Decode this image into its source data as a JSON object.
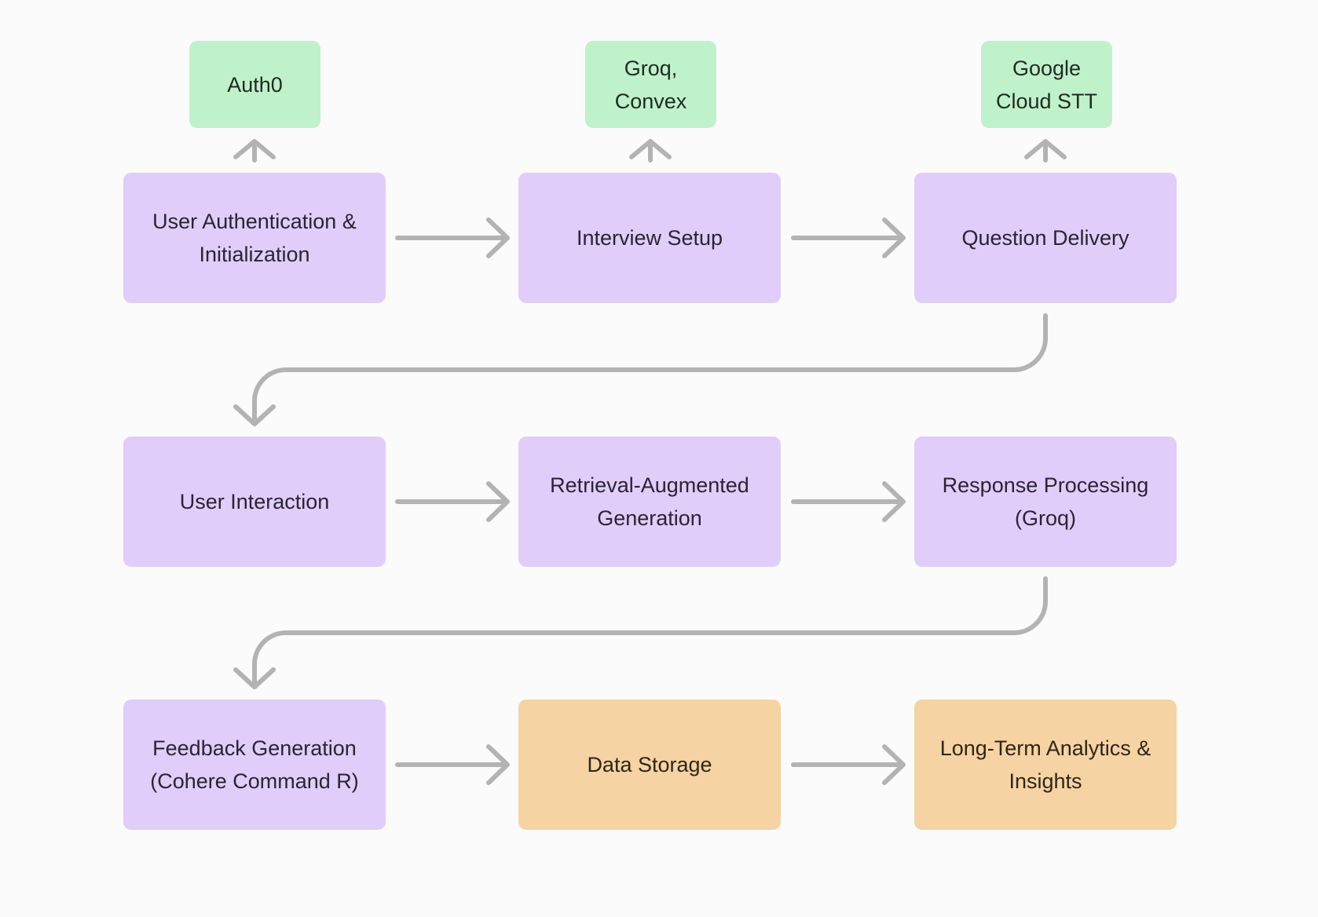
{
  "diagram": {
    "type": "flowchart",
    "colors": {
      "background": "#fbfbfb",
      "process": "#e0cdfa",
      "service": "#bff2ca",
      "storage": "#f6d3a3",
      "connector": "#b3b3b3"
    },
    "services": [
      {
        "id": "auth0",
        "label": "Auth0"
      },
      {
        "id": "groq-convex",
        "label": "Groq,\nConvex"
      },
      {
        "id": "google-stt",
        "label": "Google\nCloud STT"
      }
    ],
    "steps": [
      {
        "id": "auth",
        "label": "User Authentication &\nInitialization",
        "kind": "process"
      },
      {
        "id": "setup",
        "label": "Interview Setup",
        "kind": "process"
      },
      {
        "id": "question",
        "label": "Question Delivery",
        "kind": "process"
      },
      {
        "id": "interaction",
        "label": "User Interaction",
        "kind": "process"
      },
      {
        "id": "rag",
        "label": "Retrieval-Augmented\nGeneration",
        "kind": "process"
      },
      {
        "id": "response",
        "label": "Response Processing\n(Groq)",
        "kind": "process"
      },
      {
        "id": "feedback",
        "label": "Feedback Generation\n(Cohere Command R)",
        "kind": "process"
      },
      {
        "id": "storage",
        "label": "Data Storage",
        "kind": "storage"
      },
      {
        "id": "analytics",
        "label": "Long-Term Analytics &\nInsights",
        "kind": "storage"
      }
    ],
    "edges": [
      {
        "from": "auth",
        "to": "auth0"
      },
      {
        "from": "setup",
        "to": "groq-convex"
      },
      {
        "from": "question",
        "to": "google-stt"
      },
      {
        "from": "auth",
        "to": "setup"
      },
      {
        "from": "setup",
        "to": "question"
      },
      {
        "from": "question",
        "to": "interaction"
      },
      {
        "from": "interaction",
        "to": "rag"
      },
      {
        "from": "rag",
        "to": "response"
      },
      {
        "from": "response",
        "to": "feedback"
      },
      {
        "from": "feedback",
        "to": "storage"
      },
      {
        "from": "storage",
        "to": "analytics"
      }
    ]
  }
}
